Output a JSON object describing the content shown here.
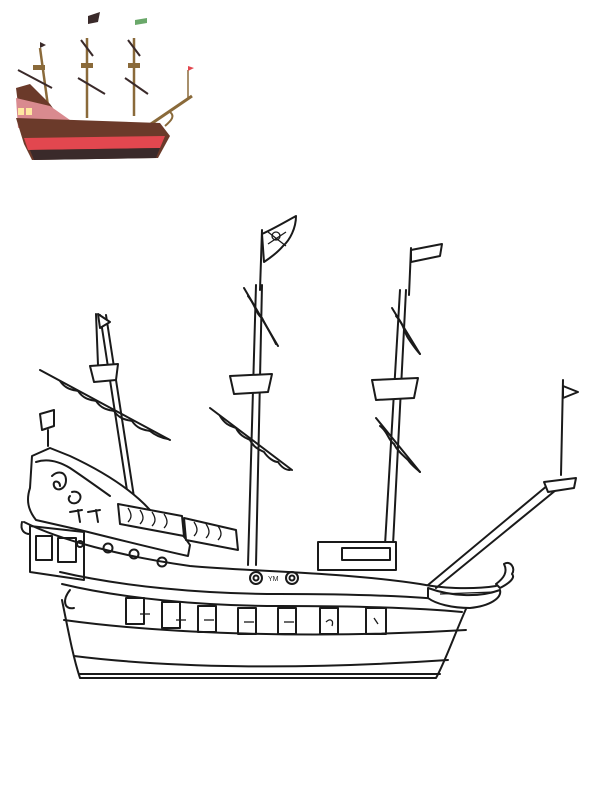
{
  "page": {
    "hull_marking": "YM"
  },
  "colors": {
    "reference_hull_red": "#e2474f",
    "reference_hull_brown": "#6b3a2a",
    "reference_deck_pink": "#d98a8f",
    "reference_dark": "#3a2a2a",
    "reference_mast": "#8a6a3a",
    "reference_flag_green": "#6aa86a",
    "line_art": "#1a1a1a",
    "background": "#ffffff"
  },
  "icons": {
    "reference": "pirate-ship-color-reference",
    "main": "pirate-ship-line-art",
    "flag": "jolly-roger-flag-icon"
  }
}
